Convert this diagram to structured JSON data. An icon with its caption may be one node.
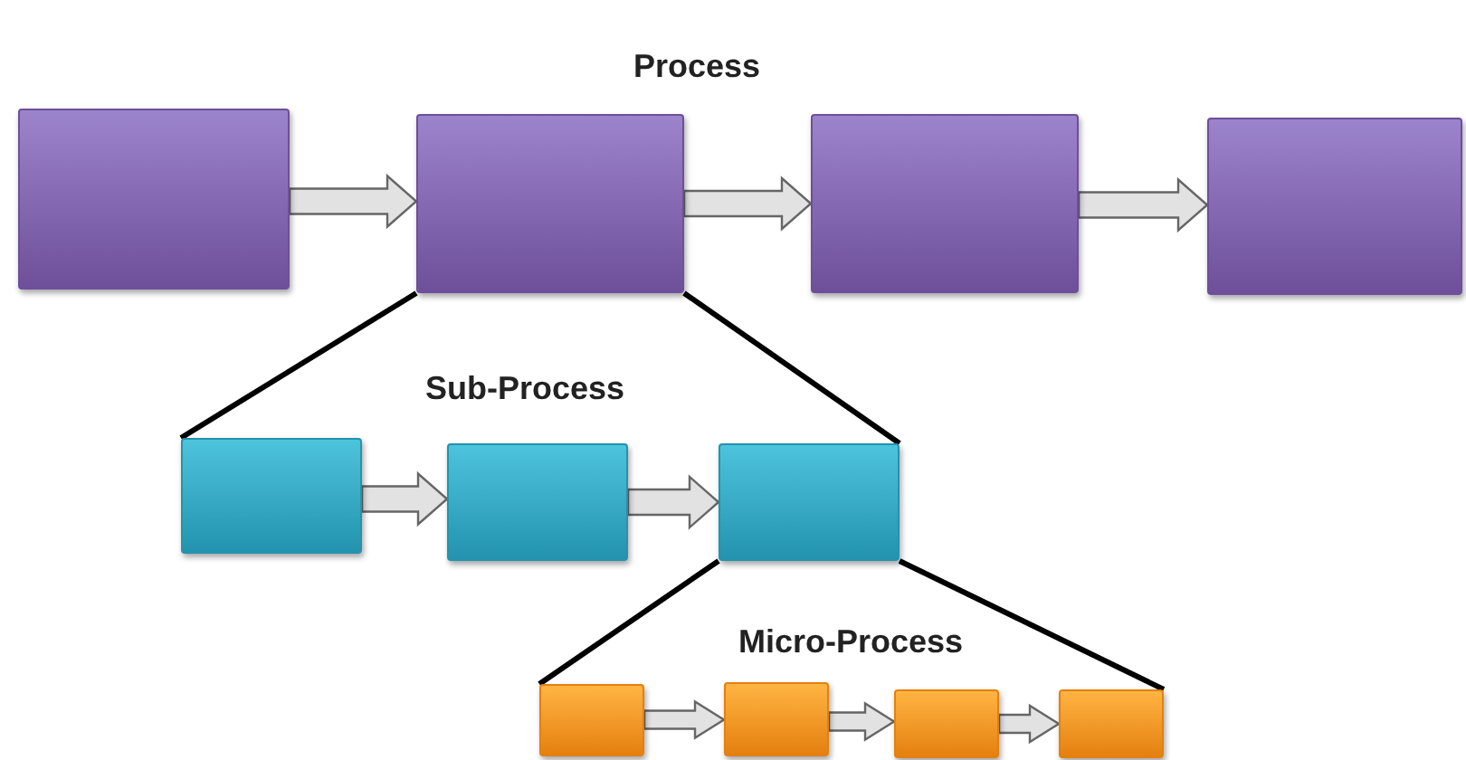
{
  "diagram": {
    "nodes": [
      {
        "text": [],
        "shape": "box"
      },
      {
        "text": [],
        "shape": "box"
      },
      {
        "text": [],
        "shape": "box"
      },
      {
        "text": [],
        "shape": "box"
      },
      {
        "text": [],
        "shape": "box"
      },
      {
        "text": [],
        "shape": "box"
      },
      {
        "text": [],
        "shape": "box"
      },
      {
        "text": [],
        "shape": "box"
      },
      {
        "text": [],
        "shape": "box"
      },
      {
        "text": [],
        "shape": "box"
      },
      {
        "text": [],
        "shape": "box"
      }
    ],
    "edges": [
      {
        "from": 0,
        "to": 1,
        "arrow": "to"
      },
      {
        "from": 1,
        "to": 2,
        "arrow": "to"
      },
      {
        "from": 2,
        "to": 3,
        "arrow": "to"
      },
      {
        "from": 1,
        "to": 4,
        "arrow": "none"
      },
      {
        "from": 1,
        "to": 6,
        "arrow": "none"
      },
      {
        "from": 4,
        "to": 5,
        "arrow": "to"
      },
      {
        "from": 5,
        "to": 6,
        "arrow": "to"
      },
      {
        "from": 6,
        "to": 7,
        "arrow": "none"
      },
      {
        "from": 6,
        "to": 10,
        "arrow": "none"
      },
      {
        "from": 7,
        "to": 8,
        "arrow": "to"
      },
      {
        "from": 8,
        "to": 9,
        "arrow": "to"
      },
      {
        "from": 9,
        "to": 10,
        "arrow": "to"
      }
    ],
    "labels": [
      "Process",
      "Sub-Process",
      "Micro-Process"
    ]
  }
}
